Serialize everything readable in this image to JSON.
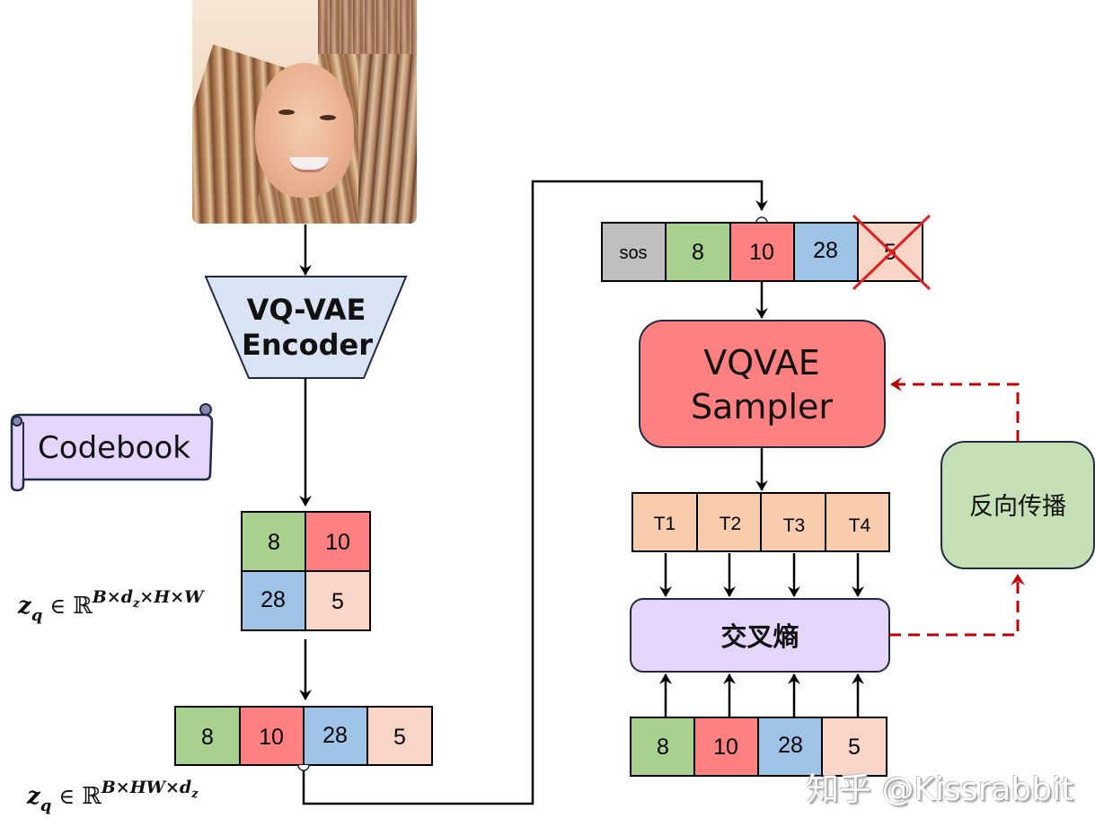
{
  "input_image": {
    "description": "portrait photo of smiling woman with long blonde-brown hair"
  },
  "encoder": {
    "line1": "VQ-VAE",
    "line2": "Encoder"
  },
  "codebook": {
    "label": "Codebook"
  },
  "grid_2x2": {
    "cells": [
      {
        "value": "8",
        "color": "#a9d18e"
      },
      {
        "value": "10",
        "color": "#ff8080"
      },
      {
        "value": "28",
        "color": "#9dc3e6"
      },
      {
        "value": "5",
        "color": "#f8d5c6"
      }
    ]
  },
  "label_grid": {
    "z": "z",
    "sub": "q",
    "in": "∈",
    "R": "ℝ",
    "sup": "B×d",
    "sup_sub": "z",
    "sup_tail": "×H×W"
  },
  "flat_sequence": {
    "cells": [
      {
        "value": "8",
        "color": "#a9d18e"
      },
      {
        "value": "10",
        "color": "#ff8080"
      },
      {
        "value": "28",
        "color": "#9dc3e6"
      },
      {
        "value": "5",
        "color": "#f8d5c6"
      }
    ]
  },
  "label_flat": {
    "z": "z",
    "sub": "q",
    "in": "∈",
    "R": "ℝ",
    "sup": "B×HW×d",
    "sup_sub": "z"
  },
  "input_sequence": {
    "cells": [
      {
        "value": "sos",
        "color": "#bfbfbf"
      },
      {
        "value": "8",
        "color": "#a9d18e"
      },
      {
        "value": "10",
        "color": "#ff8080"
      },
      {
        "value": "28",
        "color": "#9dc3e6"
      },
      {
        "value": "5",
        "color": "#f8d5c6",
        "crossed": true
      }
    ]
  },
  "sampler": {
    "line1": "VQVAE",
    "line2": "Sampler",
    "color": "#ff8080"
  },
  "predictions": {
    "cells": [
      "T1",
      "T2",
      "T3",
      "T4"
    ],
    "color": "#f8cbad"
  },
  "loss": {
    "label": "交叉熵",
    "color": "#e5d5fb"
  },
  "backprop": {
    "label": "反向传播",
    "color": "#c5e0b4"
  },
  "targets": {
    "cells": [
      {
        "value": "8",
        "color": "#a9d18e"
      },
      {
        "value": "10",
        "color": "#ff8080"
      },
      {
        "value": "28",
        "color": "#9dc3e6"
      },
      {
        "value": "5",
        "color": "#f8d5c6"
      }
    ]
  },
  "colors": {
    "arrow": "#000000",
    "dashed_arrow": "#c00000",
    "cross": "#e02020",
    "border": "#1f2a44"
  },
  "watermark": {
    "text": "知乎 @Kissrabbit"
  }
}
